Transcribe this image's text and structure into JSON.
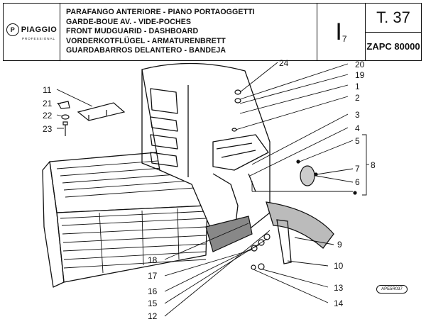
{
  "header": {
    "brand": "PIAGGIO",
    "brand_sub": "PROFESSIONAL",
    "title_lines": [
      "PARAFANGO ANTERIORE - PIANO PORTAOGGETTI",
      "GARDE-BOUE AV. - VIDE-POCHES",
      "FRONT MUDGUARID - DASHBOARD",
      "VORDERKOTFLÜGEL - ARMATURENBRETT",
      "GUARDABARROS DELANTERO - BANDEJA"
    ],
    "section": "I",
    "section_sub": "7",
    "table_number": "T. 37",
    "model": "ZAPC 80000"
  },
  "callouts": [
    "24",
    "20",
    "19",
    "1",
    "2",
    "3",
    "4",
    "5",
    "7",
    "6",
    "8",
    "11",
    "21",
    "22",
    "23",
    "9",
    "10",
    "13",
    "14",
    "18",
    "17",
    "16",
    "15",
    "12"
  ],
  "reference_code": "APE5R037"
}
